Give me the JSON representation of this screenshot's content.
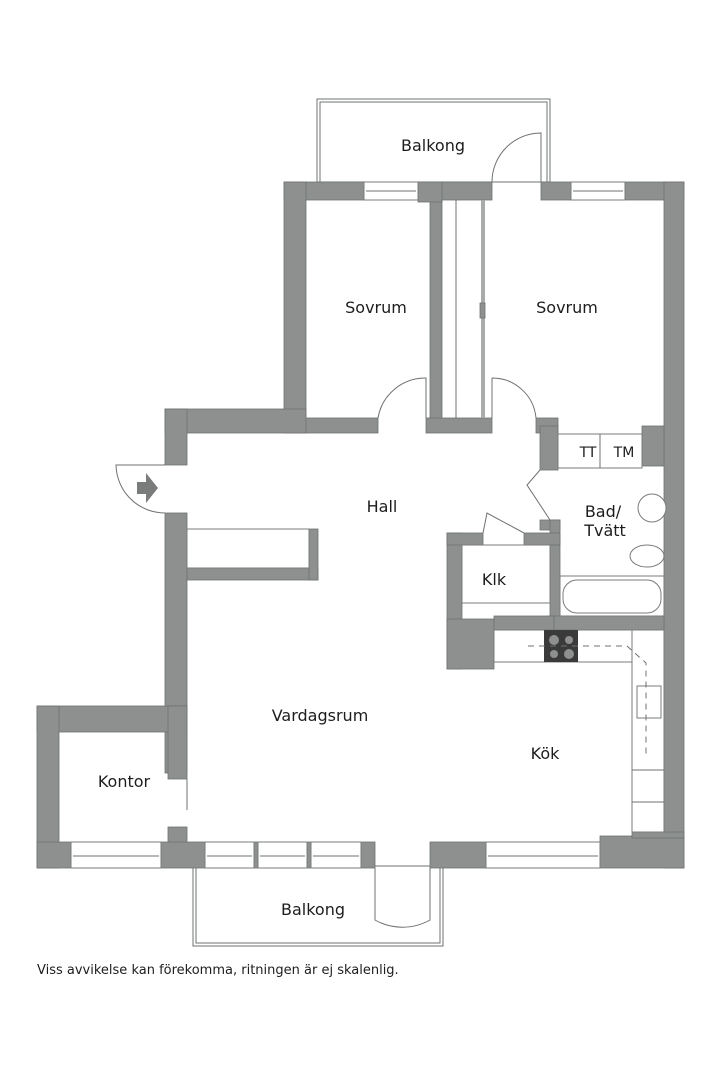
{
  "floorplan": {
    "rooms": {
      "balkong_top": "Balkong",
      "sovrum_left": "Sovrum",
      "sovrum_right": "Sovrum",
      "hall": "Hall",
      "bad_line1": "Bad/",
      "bad_line2": "Tvätt",
      "tt": "TT",
      "tm": "TM",
      "klk": "Klk",
      "vardagsrum": "Vardagsrum",
      "kok": "Kök",
      "kontor": "Kontor",
      "balkong_bottom": "Balkong"
    },
    "colors": {
      "wall": "#8e9090",
      "line": "#6f7171",
      "background": "#ffffff"
    }
  },
  "footer": {
    "disclaimer": "Viss avvikelse kan förekomma, ritningen är ej skalenlig."
  }
}
